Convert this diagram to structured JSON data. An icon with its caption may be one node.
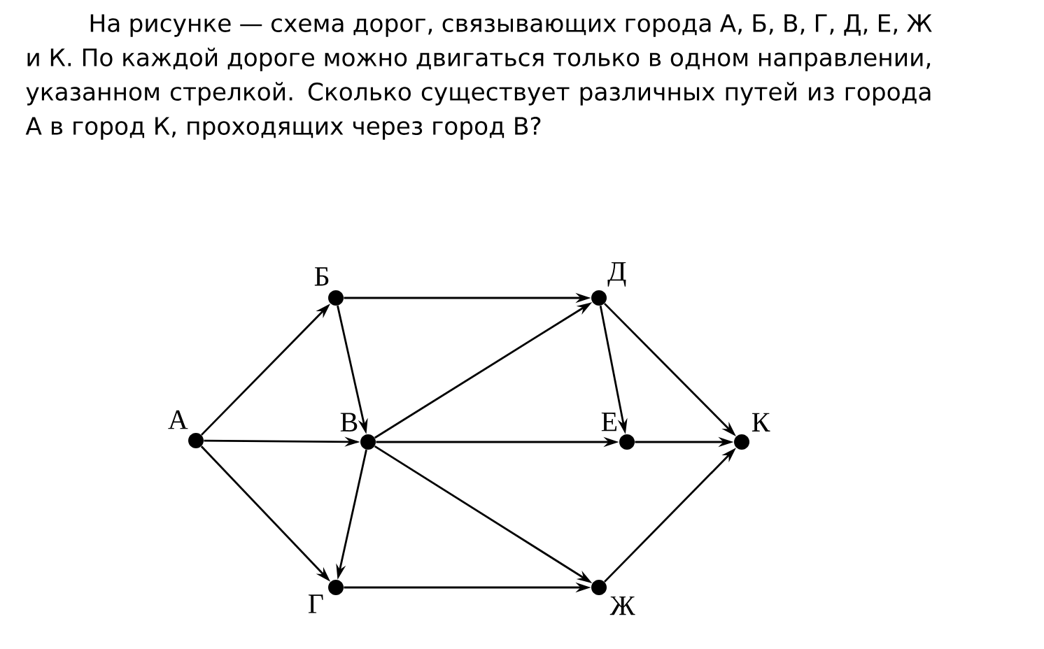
{
  "diagram": {
    "title": "На рисунке — схема дорог, связывающих города А, Б, В, Г, Д, Е, Ж и К. По каждой дороге можно двигаться только в одном направлении, указанном стрелкой. Сколько существует различных путей из города А в город К, проходящих через город В?",
    "nodes": [
      {
        "text": [
          "А"
        ]
      },
      {
        "text": [
          "Б"
        ]
      },
      {
        "text": [
          "В"
        ]
      },
      {
        "text": [
          "Г"
        ]
      },
      {
        "text": [
          "Д"
        ]
      },
      {
        "text": [
          "Е"
        ]
      },
      {
        "text": [
          "Ж"
        ]
      },
      {
        "text": [
          "К"
        ]
      }
    ],
    "edges": [
      {
        "from": 0,
        "to": 1,
        "arrow": "to"
      },
      {
        "from": 0,
        "to": 2,
        "arrow": "to"
      },
      {
        "from": 0,
        "to": 3,
        "arrow": "to"
      },
      {
        "from": 1,
        "to": 2,
        "arrow": "to"
      },
      {
        "from": 1,
        "to": 4,
        "arrow": "to"
      },
      {
        "from": 2,
        "to": 4,
        "arrow": "to"
      },
      {
        "from": 2,
        "to": 5,
        "arrow": "to"
      },
      {
        "from": 2,
        "to": 6,
        "arrow": "to"
      },
      {
        "from": 2,
        "to": 3,
        "arrow": "to"
      },
      {
        "from": 3,
        "to": 6,
        "arrow": "to"
      },
      {
        "from": 4,
        "to": 5,
        "arrow": "to"
      },
      {
        "from": 4,
        "to": 7,
        "arrow": "to"
      },
      {
        "from": 5,
        "to": 7,
        "arrow": "to"
      },
      {
        "from": 6,
        "to": 7,
        "arrow": "to"
      }
    ]
  }
}
